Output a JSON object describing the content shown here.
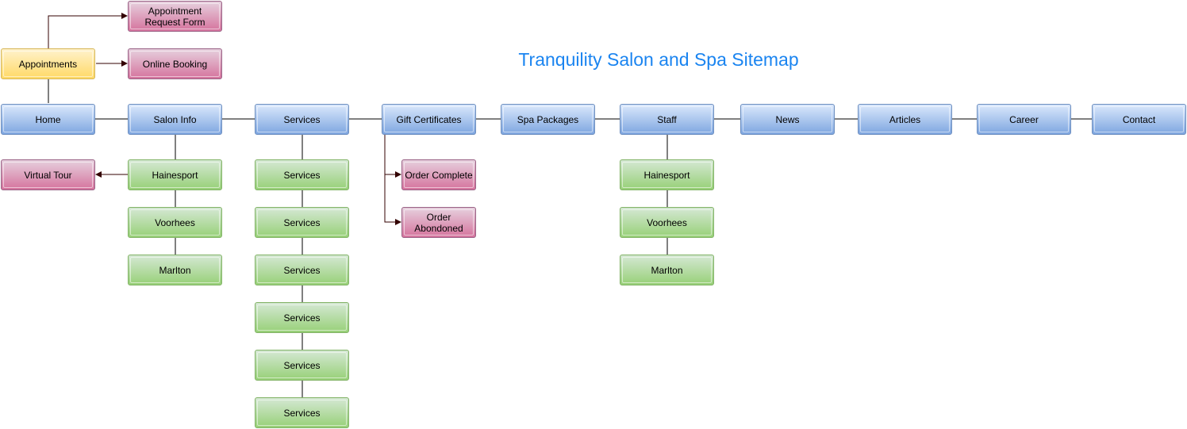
{
  "title": "Tranquility Salon and Spa Sitemap",
  "nodes": {
    "appointment_request_form": "Appointment Request Form",
    "appointments": "Appointments",
    "online_booking": "Online Booking",
    "home": "Home",
    "salon_info": "Salon Info",
    "services": "Services",
    "gift_certificates": "Gift Certificates",
    "spa_packages": "Spa Packages",
    "staff": "Staff",
    "news": "News",
    "articles": "Articles",
    "career": "Career",
    "contact": "Contact",
    "virtual_tour": "Virtual Tour",
    "salon_hainesport": "Hainesport",
    "salon_voorhees": "Voorhees",
    "salon_marlton": "Marlton",
    "services_1": "Services",
    "services_2": "Services",
    "services_3": "Services",
    "services_4": "Services",
    "services_5": "Services",
    "services_6": "Services",
    "order_complete": "Order Complete",
    "order_abandoned": "Order Abondoned",
    "staff_hainesport": "Hainesport",
    "staff_voorhees": "Voorhees",
    "staff_marlton": "Marlton"
  },
  "colors": {
    "title": "#1a84f0",
    "primary_fill": "#dae8fc",
    "secondary_fill": "#d5e8d4",
    "external_fill": "#e6d0de",
    "appointments_fill": "#fff2cc",
    "connector": "#000000",
    "arrow": "#330000"
  }
}
